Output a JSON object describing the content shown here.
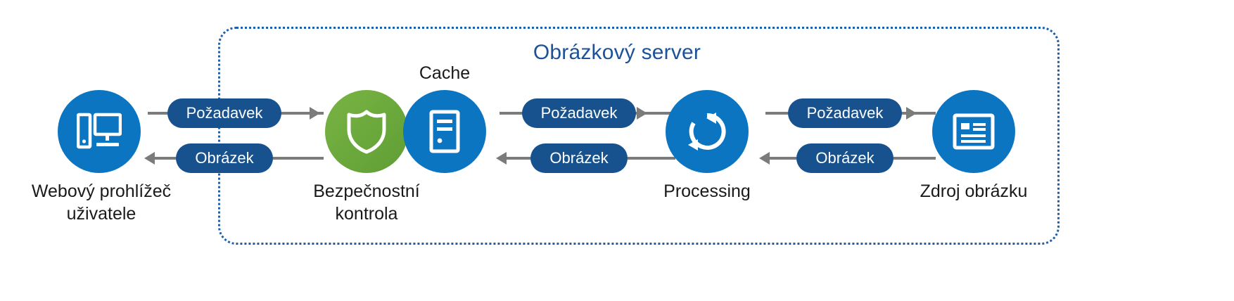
{
  "diagram": {
    "title": "Obrázkový server",
    "title_color": "#1b5298",
    "background": "#ffffff",
    "nodes": [
      {
        "id": "browser",
        "label": "Webový prohlížeč\nuživatele",
        "icon": "desktop-monitor-icon",
        "color": "#0c75c2"
      },
      {
        "id": "security",
        "label": "Bezpečnostní\nkontrola",
        "icon": "shield-icon",
        "color": "#6aab3d"
      },
      {
        "id": "cache",
        "label": "Cache",
        "icon": "server-tower-icon",
        "color": "#0c75c2"
      },
      {
        "id": "processing",
        "label": "Processing",
        "icon": "refresh-cycle-icon",
        "color": "#0c75c2"
      },
      {
        "id": "source",
        "label": "Zdroj obrázku",
        "icon": "image-list-icon",
        "color": "#0c75c2"
      }
    ],
    "connectors": [
      {
        "id": "c1-request",
        "label": "Požadavek",
        "direction": "right"
      },
      {
        "id": "c1-image",
        "label": "Obrázek",
        "direction": "left"
      },
      {
        "id": "c2-request",
        "label": "Požadavek",
        "direction": "right"
      },
      {
        "id": "c2-image",
        "label": "Obrázek",
        "direction": "left"
      },
      {
        "id": "c3-request",
        "label": "Požadavek",
        "direction": "right"
      },
      {
        "id": "c3-image",
        "label": "Obrázek",
        "direction": "left"
      }
    ],
    "pill_color": "#17528f",
    "connector_color": "#7b7b7b"
  }
}
